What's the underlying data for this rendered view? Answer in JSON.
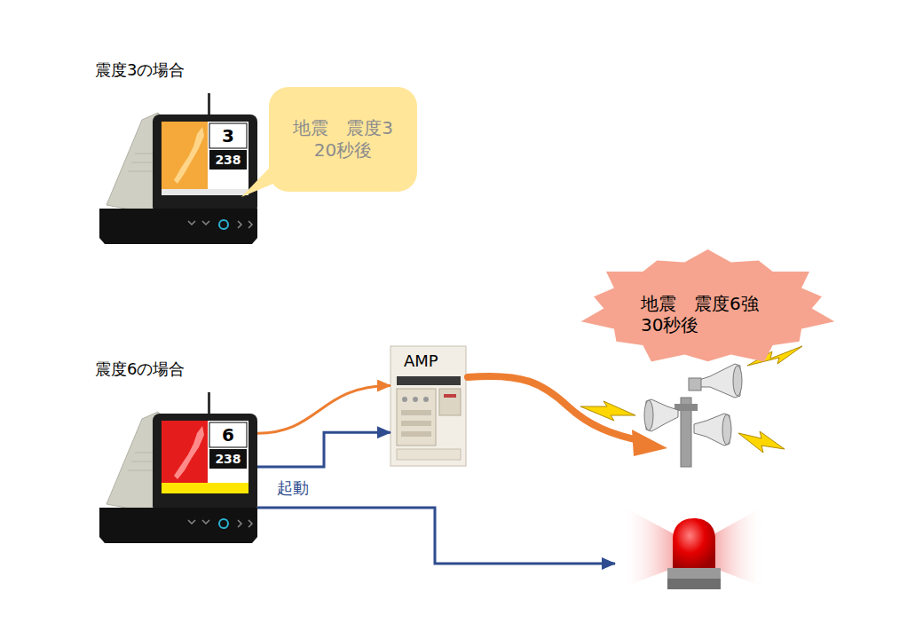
{
  "diagram": {
    "nodes": [
      {
        "text": [
          "震度3の場合",
          "3",
          "238"
        ]
      },
      {
        "text": [
          "地震　震度3 20秒後"
        ]
      },
      {
        "text": [
          "震度6の場合",
          "6",
          "238"
        ]
      },
      {
        "text": [
          "AMP"
        ]
      },
      {
        "text": [
          "地震　震度6強 30秒後"
        ]
      }
    ],
    "edges": [
      {
        "from": 2,
        "to": 3,
        "arrow": "to"
      },
      {
        "from": 2,
        "to": 3,
        "arrow": "to"
      }
    ],
    "labels": [
      "起動"
    ]
  }
}
